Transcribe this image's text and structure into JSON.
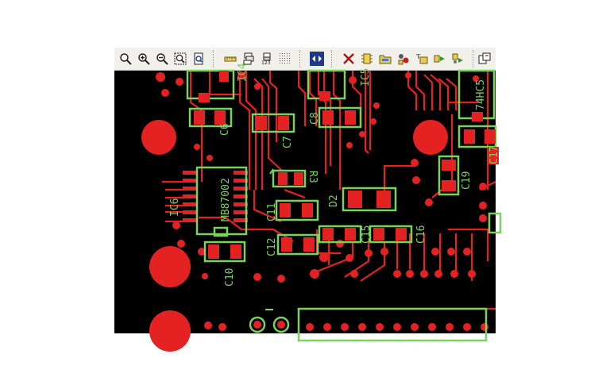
{
  "toolbar": {
    "buttons": [
      {
        "icon": "zoom-icon"
      },
      {
        "icon": "zoom-in-icon"
      },
      {
        "icon": "zoom-out-icon"
      },
      {
        "icon": "zoom-fit-icon"
      },
      {
        "icon": "zoom-page-icon"
      },
      {
        "icon": "ruler-icon"
      },
      {
        "icon": "layer-stack-icon"
      },
      {
        "icon": "numbered-layers-icon"
      },
      {
        "icon": "grid-icon"
      },
      {
        "icon": "flip-board-icon"
      },
      {
        "icon": "delete-icon"
      },
      {
        "icon": "component-icon"
      },
      {
        "icon": "open-folder-icon"
      },
      {
        "icon": "net-icon"
      },
      {
        "icon": "text-tool-icon"
      },
      {
        "icon": "route-forward-icon"
      },
      {
        "icon": "route-reverse-icon"
      },
      {
        "icon": "copy-window-icon"
      }
    ]
  },
  "board": {
    "colors": {
      "copper": "#e52222",
      "silkscreen": "#7ad35a",
      "background": "#000000"
    },
    "labels": {
      "ic4": "IC4",
      "ic5": "IC5",
      "ic6": "IC6",
      "ic7": "74HC5",
      "chip": "MB87002",
      "c6": "C6",
      "c7": "C7",
      "c8": "C8",
      "c10": "C10",
      "c11": "C11",
      "c12": "C12",
      "c15": "C15",
      "c16": "C16",
      "c17": "C17",
      "c19": "C19",
      "r3": "R3",
      "d2": "D2"
    }
  }
}
